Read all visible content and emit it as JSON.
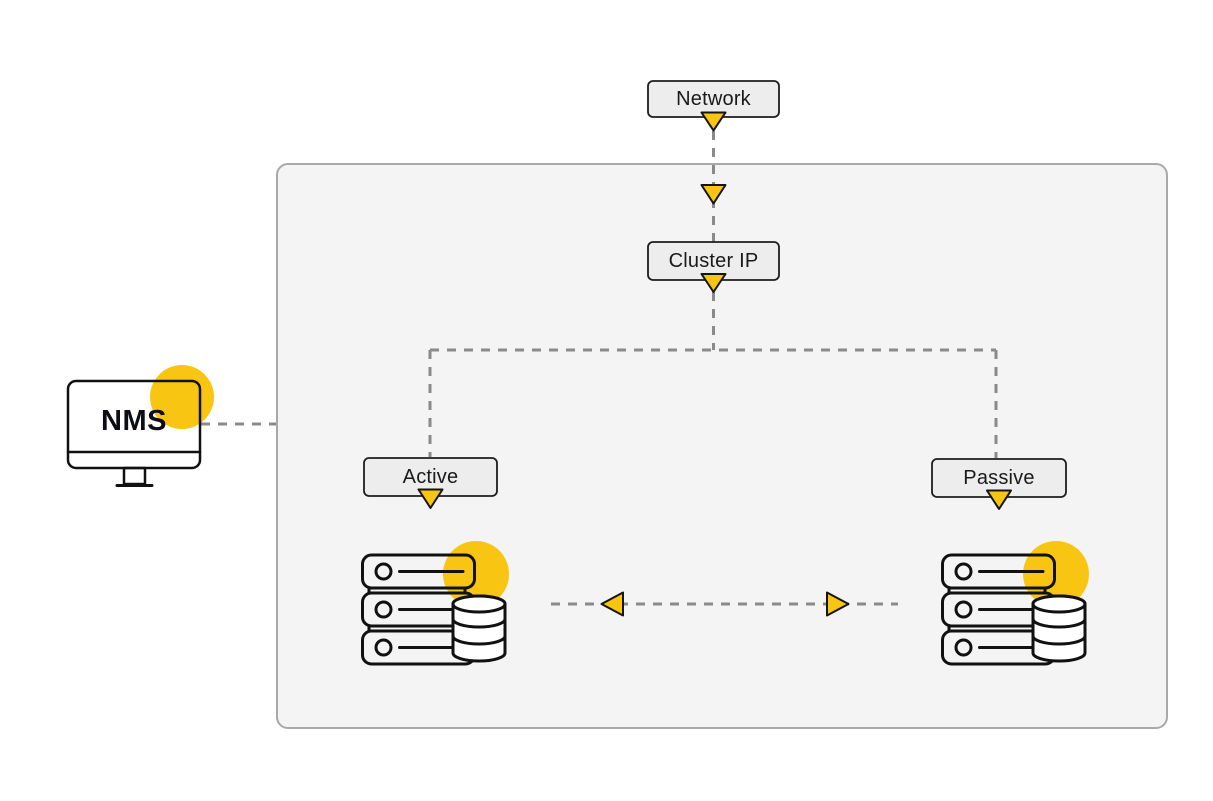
{
  "nodes": {
    "network": {
      "label": "Network"
    },
    "cluster_ip": {
      "label": "Cluster IP"
    },
    "active": {
      "label": "Active"
    },
    "passive": {
      "label": "Passive"
    },
    "nms": {
      "label": "NMS"
    }
  },
  "connections": [
    {
      "from": "network",
      "to": "cluster_ip",
      "style": "dashed-arrow-down"
    },
    {
      "from": "cluster_ip",
      "to": "active",
      "style": "dashed-arrow-down"
    },
    {
      "from": "cluster_ip",
      "to": "passive",
      "style": "dashed-arrow-down"
    },
    {
      "from": "nms",
      "to": "cluster-container",
      "style": "dashed"
    },
    {
      "from": "active-server",
      "to": "passive-server",
      "style": "dashed-double-arrow"
    }
  ],
  "icons": {
    "nms": "monitor-icon",
    "active": "server-database-icon",
    "passive": "server-database-icon"
  },
  "colors": {
    "accent_yellow": "#f9c513",
    "dash_gray": "#8a8a8a",
    "node_fill": "#ededed",
    "node_border": "#1d1d1d",
    "container_fill": "#f3f4f3",
    "container_border": "#a9a9a9",
    "icon_stroke": "#111111",
    "background": "#ffffff"
  }
}
